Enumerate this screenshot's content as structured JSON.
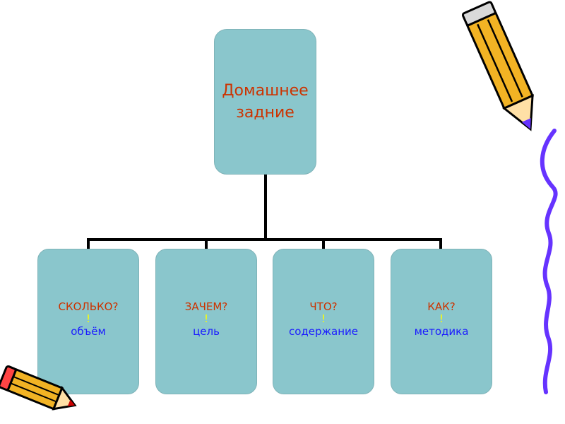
{
  "root": {
    "title_line1": "Домашнее",
    "title_line2": "задние"
  },
  "children": [
    {
      "question": "СКОЛЬКО?",
      "mark": "!",
      "answer": "объём"
    },
    {
      "question": "ЗАЧЕМ?",
      "mark": "!",
      "answer": "цель"
    },
    {
      "question": "ЧТО?",
      "mark": "!",
      "answer": "содержание"
    },
    {
      "question": "КАК?",
      "mark": "!",
      "answer": "методика"
    }
  ],
  "colors": {
    "box_fill": "#8ac6cc",
    "question_text": "#cc3300",
    "exclamation": "#ffff00",
    "answer_text": "#1a1aff",
    "connector": "#000000",
    "pencil_body": "#f2b324",
    "squiggle": "#6633ff"
  },
  "decorations": {
    "top_right": "pencil-icon",
    "bottom_left": "pencil-icon",
    "right_edge": "squiggle-line"
  }
}
